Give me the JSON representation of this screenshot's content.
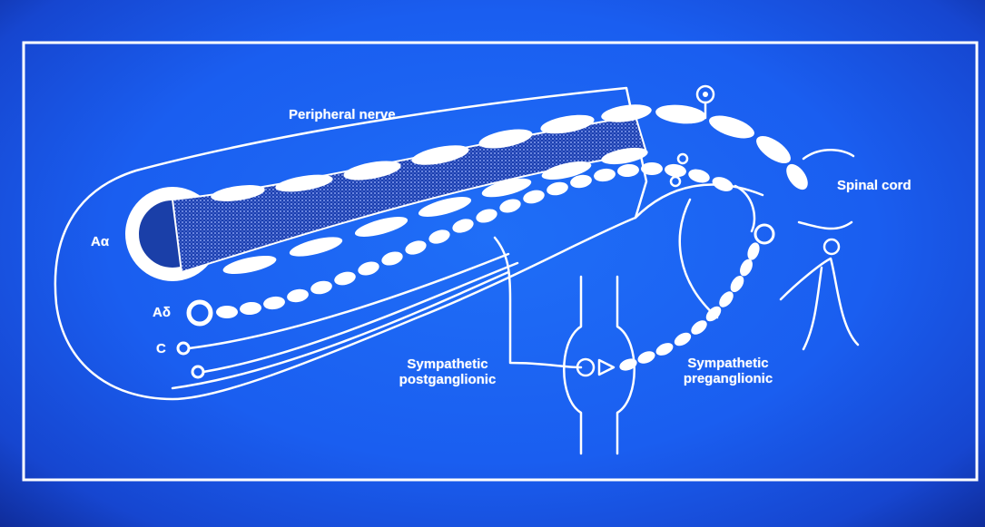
{
  "labels": {
    "peripheral_nerve": "Peripheral nerve",
    "spinal_cord": "Spinal cord",
    "a_alpha": "Aα",
    "a_delta": "Aδ",
    "c_fiber": "C",
    "symp_post_line1": "Sympathetic",
    "symp_post_line2": "postganglionic",
    "symp_pre_line1": "Sympathetic",
    "symp_pre_line2": "preganglionic"
  },
  "colors": {
    "background": "#1a5ef0",
    "line": "#ffffff",
    "axon_fill": "#1a3fa8"
  }
}
